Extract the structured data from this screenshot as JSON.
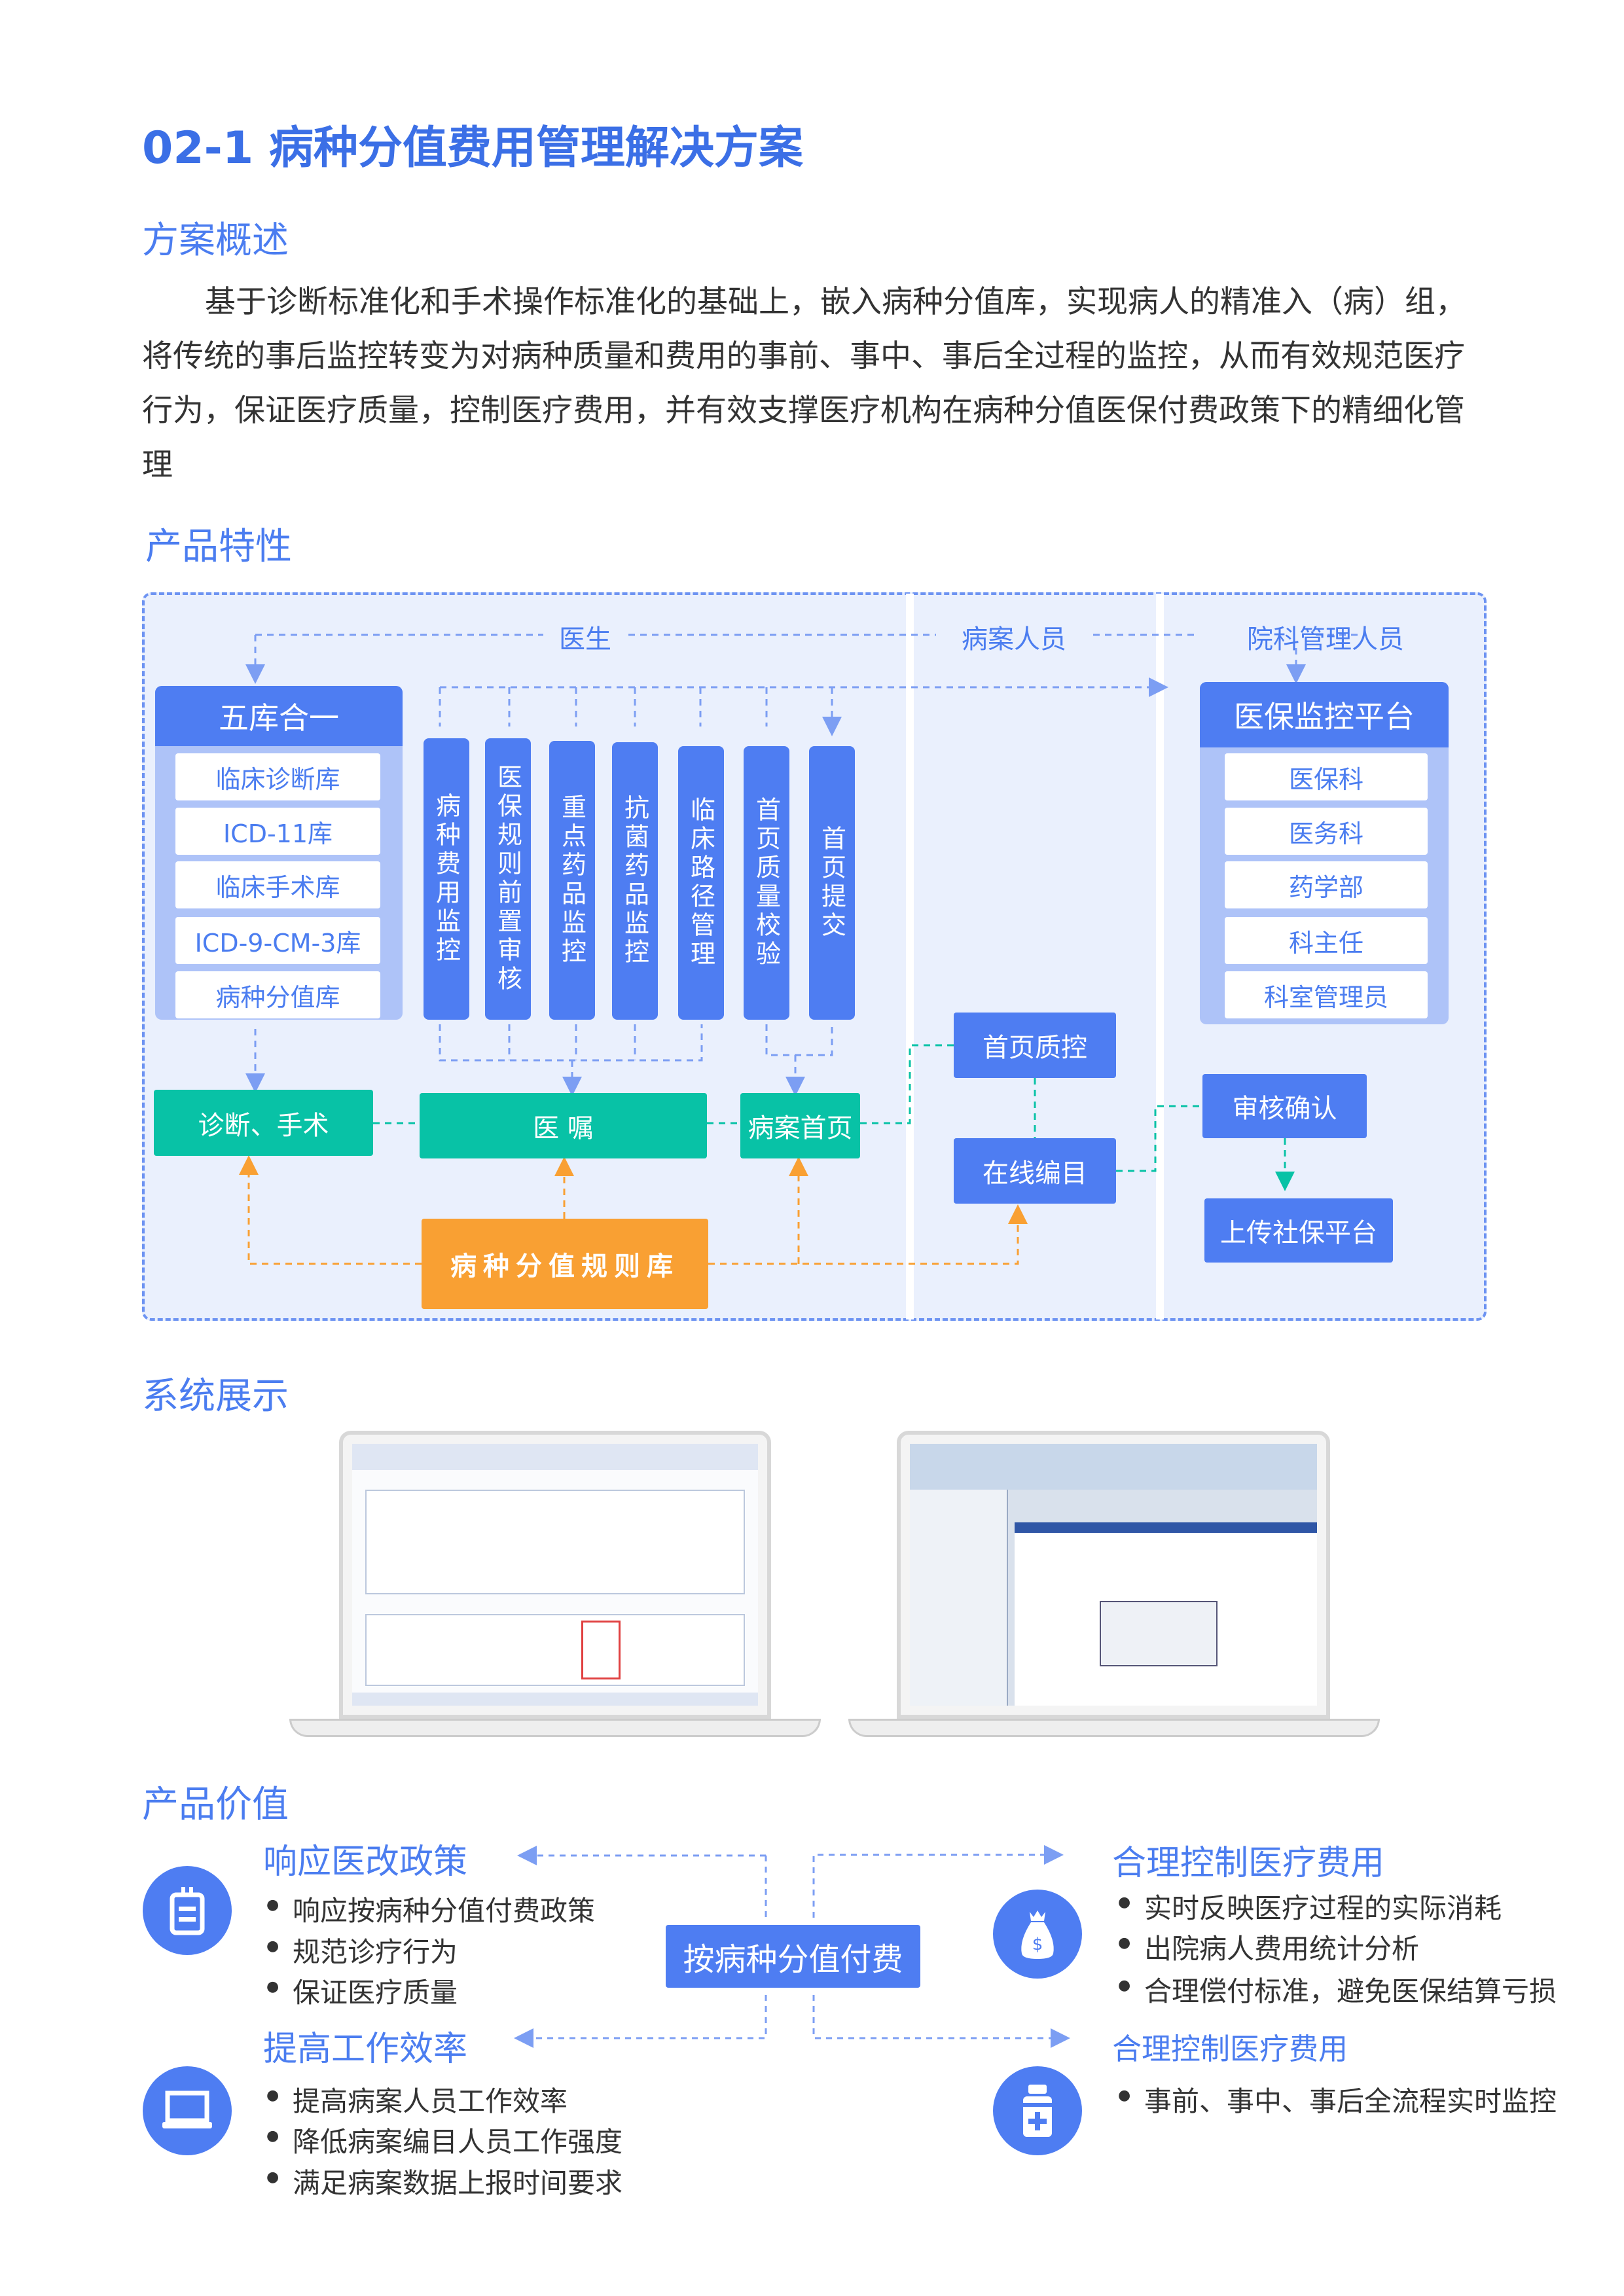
{
  "title": "02-1  病种分值费用管理解决方案",
  "overview": {
    "heading": "方案概述",
    "text": "基于诊断标准化和手术操作标准化的基础上，嵌入病种分值库，实现病人的精准入（病）组，将传统的事后监控转变为对病种质量和费用的事前、事中、事后全过程的监控，从而有效规范医疗行为，保证医疗质量，控制医疗费用，并有效支撑医疗机构在病种分值医保付费政策下的精细化管理"
  },
  "features": {
    "heading": "产品特性",
    "roles": [
      "医生",
      "病案人员",
      "院科管理人员"
    ],
    "left_panel": {
      "title": "五库合一",
      "items": [
        "临床诊断库",
        "ICD-11库",
        "临床手术库",
        "ICD-9-CM-3库",
        "病种分值库"
      ]
    },
    "bars": [
      "病种费用监控",
      "医保规则前置审核",
      "重点药品监控",
      "抗菌药品监控",
      "临床路径管理",
      "首页质量校验",
      "首页提交"
    ],
    "right_panel": {
      "title": "医保监控平台",
      "items": [
        "医保科",
        "医务科",
        "药学部",
        "科主任",
        "科室管理员"
      ]
    },
    "green_boxes": [
      "诊断、手术",
      "医 嘱",
      "病案首页"
    ],
    "blue_boxes": [
      "首页质控",
      "在线编目",
      "审核确认",
      "上传社保平台"
    ],
    "rule_lib": "病种分值规则库"
  },
  "showcase": {
    "heading": "系统展示"
  },
  "value": {
    "heading": "产品价值",
    "center": "按病种分值付费",
    "groups": [
      {
        "title": "响应医改政策",
        "icon": "id-card-icon",
        "bullets": [
          "响应按病种分值付费政策",
          "规范诊疗行为",
          "保证医疗质量"
        ]
      },
      {
        "title": "提高工作效率",
        "icon": "laptop-icon",
        "bullets": [
          "提高病案人员工作效率",
          "降低病案编目人员工作强度",
          "满足病案数据上报时间要求"
        ]
      },
      {
        "title": "合理控制医疗费用",
        "icon": "money-bag-icon",
        "bullets": [
          "实时反映医疗过程的实际消耗",
          "出院病人费用统计分析",
          "合理偿付标准，避免医保结算亏损"
        ]
      },
      {
        "title": "合理控制医疗费用",
        "icon": "medicine-bottle-icon",
        "bullets": [
          "事前、事中、事后全流程实时监控"
        ]
      }
    ]
  },
  "colors": {
    "primary": "#4e7df2",
    "green": "#08c2a6",
    "orange": "#f9a033",
    "panel_bg": "#eaf0fd"
  }
}
